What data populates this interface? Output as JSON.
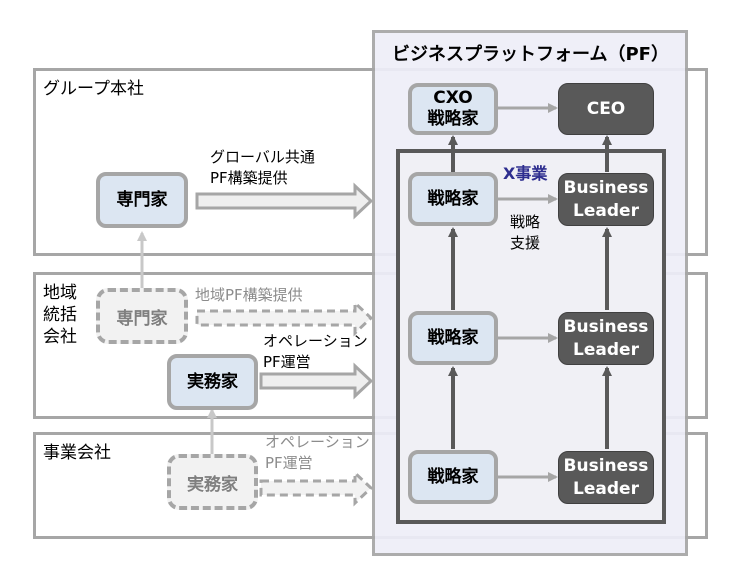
{
  "colors": {
    "band_border": "#a6a6a6",
    "pf_background": "#eeeef8",
    "node_light_fill": "#dce6f2",
    "node_dark_fill": "#595959",
    "x_business_title": "#2e2e8f",
    "arrow_dark": "#595959",
    "arrow_light": "#a6a6a6"
  },
  "bands": {
    "group_hq": {
      "label": "グループ本社"
    },
    "regional": {
      "label_lines": [
        "地域",
        "統括",
        "会社"
      ]
    },
    "operating": {
      "label": "事業会社"
    }
  },
  "platform": {
    "title": "ビジネスプラットフォーム（PF）",
    "cxo": {
      "line1": "CXO",
      "line2": "戦略家"
    },
    "ceo": {
      "label": "CEO"
    },
    "x_business": {
      "title": "X事業",
      "strategist_label": "戦略家",
      "leader_line1": "Business",
      "leader_line2": "Leader",
      "support_label_lines": [
        "戦略",
        "支援"
      ]
    }
  },
  "left": {
    "hq_expert": "専門家",
    "hq_arrow_label_lines": [
      "グローバル共通",
      "PF構築提供"
    ],
    "regional_expert": "専門家",
    "regional_expert_arrow_label": "地域PF構築提供",
    "regional_practitioner": "実務家",
    "regional_practitioner_arrow_label_lines": [
      "オペレーション",
      "PF運営"
    ],
    "operating_practitioner": "実務家",
    "operating_practitioner_arrow_label_lines": [
      "オペレーション",
      "PF運営"
    ]
  }
}
